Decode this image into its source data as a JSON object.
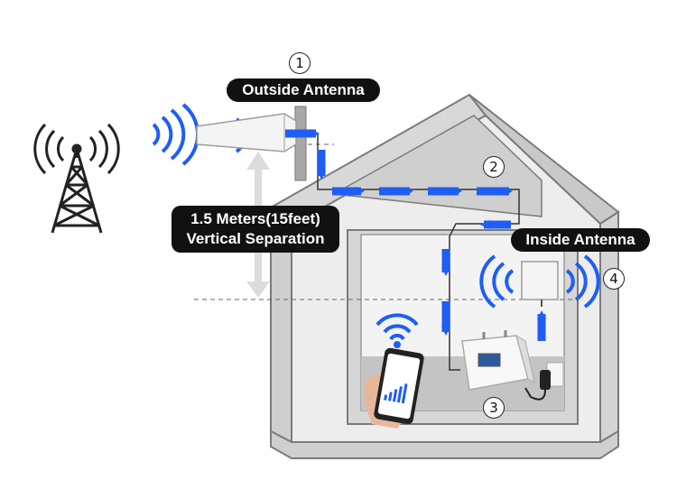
{
  "labels": {
    "outside_antenna": "Outside Antenna",
    "inside_antenna": "Inside Antenna",
    "separation_line1": "1.5 Meters(15feet)",
    "separation_line2": "Vertical Separation"
  },
  "steps": [
    "1",
    "2",
    "3",
    "4"
  ],
  "colors": {
    "signal_blue": "#1f5ef5",
    "house_outline": "#7b7b7b",
    "house_face": "#ededed",
    "label_bg": "#111111"
  },
  "icons": [
    "cell-tower-icon",
    "signal-wave-icon",
    "phone-icon",
    "wifi-icon",
    "power-adapter-icon"
  ]
}
